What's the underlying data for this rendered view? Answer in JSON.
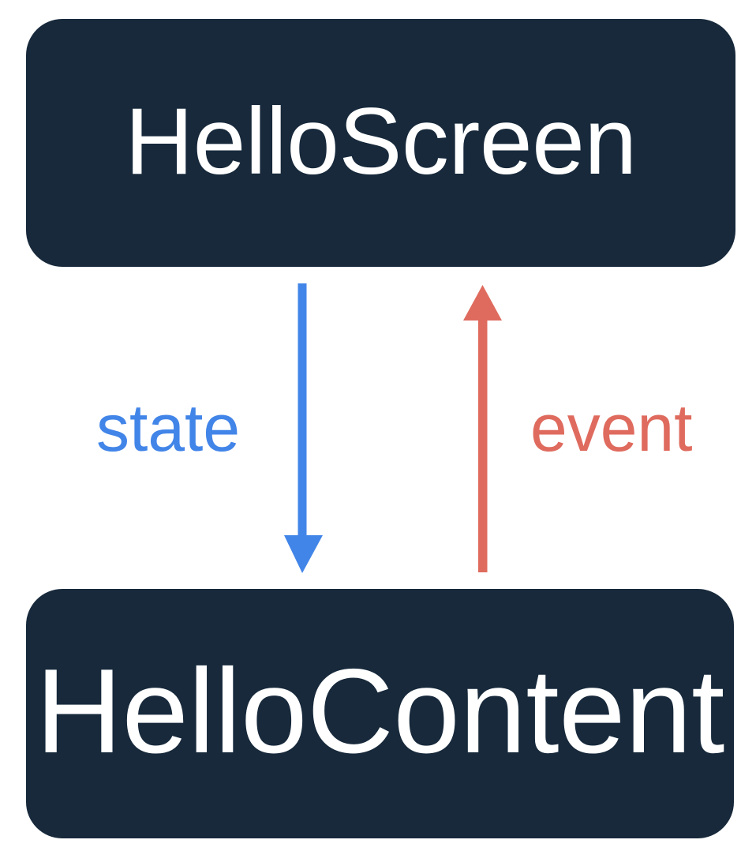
{
  "diagram": {
    "title": "HelloScreen / HelloContent unidirectional data flow",
    "background": "#ffffff",
    "nodes": [
      {
        "id": "hello-screen",
        "label": "HelloScreen",
        "fill": "#17293B",
        "text_color": "#ffffff"
      },
      {
        "id": "hello-content",
        "label": "HelloContent",
        "fill": "#17293B",
        "text_color": "#ffffff"
      }
    ],
    "edges": [
      {
        "id": "state-edge",
        "label": "state",
        "color": "#4285E8",
        "from": "hello-screen",
        "to": "hello-content",
        "direction": "down"
      },
      {
        "id": "event-edge",
        "label": "event",
        "color": "#DF6B5E",
        "from": "hello-content",
        "to": "hello-screen",
        "direction": "up"
      }
    ]
  }
}
